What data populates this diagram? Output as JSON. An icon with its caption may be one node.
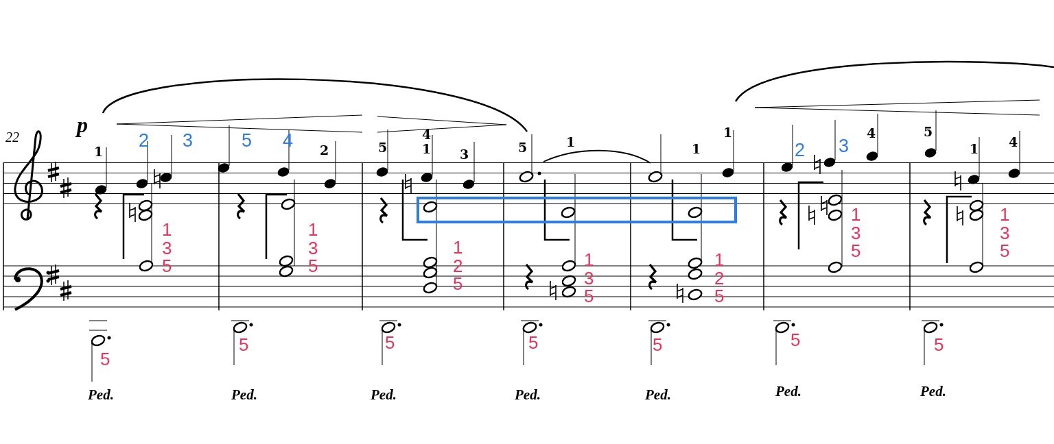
{
  "diagram": {
    "labels": [
      "22",
      "p",
      "1",
      "2",
      "3",
      "1 3 5",
      "5",
      "Ped.",
      "5",
      "4",
      "2",
      "1 3 5",
      "5",
      "Ped.",
      "5",
      "4 1",
      "3",
      "1 2 5",
      "5",
      "Ped.",
      "5",
      "1",
      "1 3 5",
      "5",
      "Ped.",
      "1",
      "1",
      "1 2 5",
      "5",
      "Ped.",
      "2",
      "3",
      "4",
      "1 3 5",
      "5",
      "Ped.",
      "5",
      "1",
      "4",
      "1 3 5",
      "5",
      "Ped."
    ]
  }
}
